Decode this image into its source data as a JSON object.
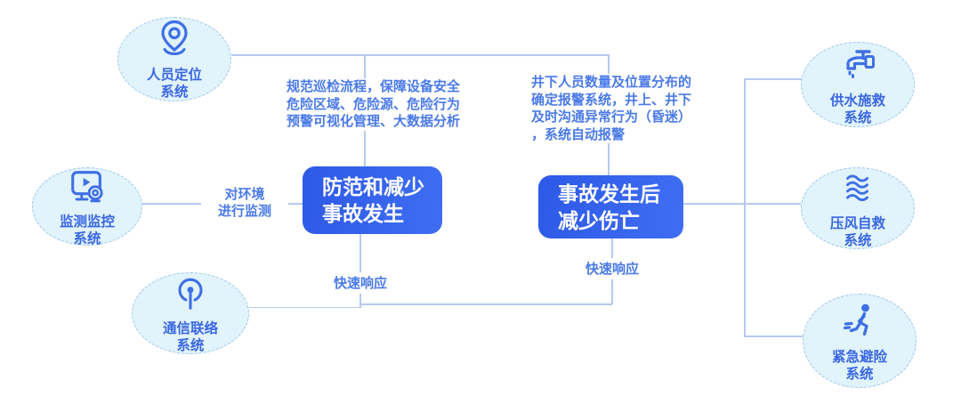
{
  "diagram_title": "",
  "colors": {
    "node_fill": "#e1f3fb",
    "node_border": "#9ec6ee",
    "node_text": "#3a67e2",
    "icon": "#3f6fe4",
    "line": "#b5cbf0",
    "annotation_text": "#4a7ae8",
    "box_bg_start": "#2d59e7",
    "box_bg_end": "#3f6ef2",
    "box_text": "#ffffff"
  },
  "nodes": [
    {
      "id": "personnel-positioning",
      "icon": "location-pin-icon",
      "label_line1": "人员定位",
      "label_line2": "系统"
    },
    {
      "id": "monitoring-surveillance",
      "icon": "monitor-camera-icon",
      "label_line1": "监测监控",
      "label_line2": "系统"
    },
    {
      "id": "communication-liaison",
      "icon": "broadcast-antenna-icon",
      "label_line1": "通信联络",
      "label_line2": "系统"
    },
    {
      "id": "water-supply-rescue",
      "icon": "faucet-icon",
      "label_line1": "供水施救",
      "label_line2": "系统"
    },
    {
      "id": "compressed-air-self-rescue",
      "icon": "air-waves-icon",
      "label_line1": "压风自救",
      "label_line2": "系统"
    },
    {
      "id": "emergency-refuge",
      "icon": "running-person-icon",
      "label_line1": "紧急避险",
      "label_line2": "系统"
    }
  ],
  "boxes": [
    {
      "id": "prevent-reduce-accidents",
      "line1": "防范和减少",
      "line2": "事故发生"
    },
    {
      "id": "reduce-casualties-after-accident",
      "line1": "事故发生后",
      "line2": "减少伤亡"
    }
  ],
  "annotations": [
    {
      "id": "left-annotation",
      "lines": [
        "规范巡检流程，保障设备安全",
        "危险区域、危险源、危险行为",
        "预警可视化管理、大数据分析"
      ]
    },
    {
      "id": "right-annotation",
      "lines": [
        "井下人员数量及位置分布的",
        "确定报警系统，井上、井下",
        "及时沟通异常行为（昏迷）",
        "，系统自动报警"
      ]
    }
  ],
  "edge_labels": [
    {
      "id": "environment-monitoring",
      "line1": "对环境",
      "line2": "进行监测"
    },
    {
      "id": "rapid-response-left",
      "text": "快速响应"
    },
    {
      "id": "rapid-response-right",
      "text": "快速响应"
    }
  ]
}
